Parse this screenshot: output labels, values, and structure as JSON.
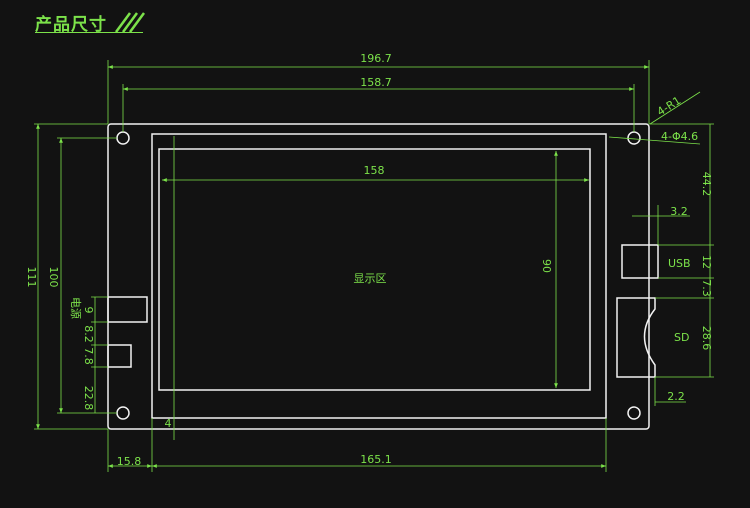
{
  "header": {
    "title": "产品尺寸"
  },
  "labels": {
    "display_area": "显示区",
    "usb": "USB",
    "sd": "SD",
    "power": "电源",
    "corner_radius": "4-R1",
    "hole_diameter": "4-Φ4.6"
  },
  "dimensions": {
    "total_width": "196.7",
    "hole_span_width": "158.7",
    "screen_width": "158",
    "screen_height": "90",
    "total_height": "111",
    "hole_span_height": "100",
    "top_to_usb": "44.2",
    "usb_offset": "3.2",
    "usb_height": "12",
    "usb_sd_gap": "7.3",
    "sd_height": "28.6",
    "sd_offset": "2.2",
    "power_1": "9",
    "power_gap": "8.2",
    "power_2": "7.8",
    "bottom_offset": "22.8",
    "left_margin": "15.8",
    "display_width": "165.1",
    "bottom_margin": "4"
  },
  "colors": {
    "accent": "#7ce24a",
    "outline": "#f2f2f2",
    "background": "#121212"
  }
}
